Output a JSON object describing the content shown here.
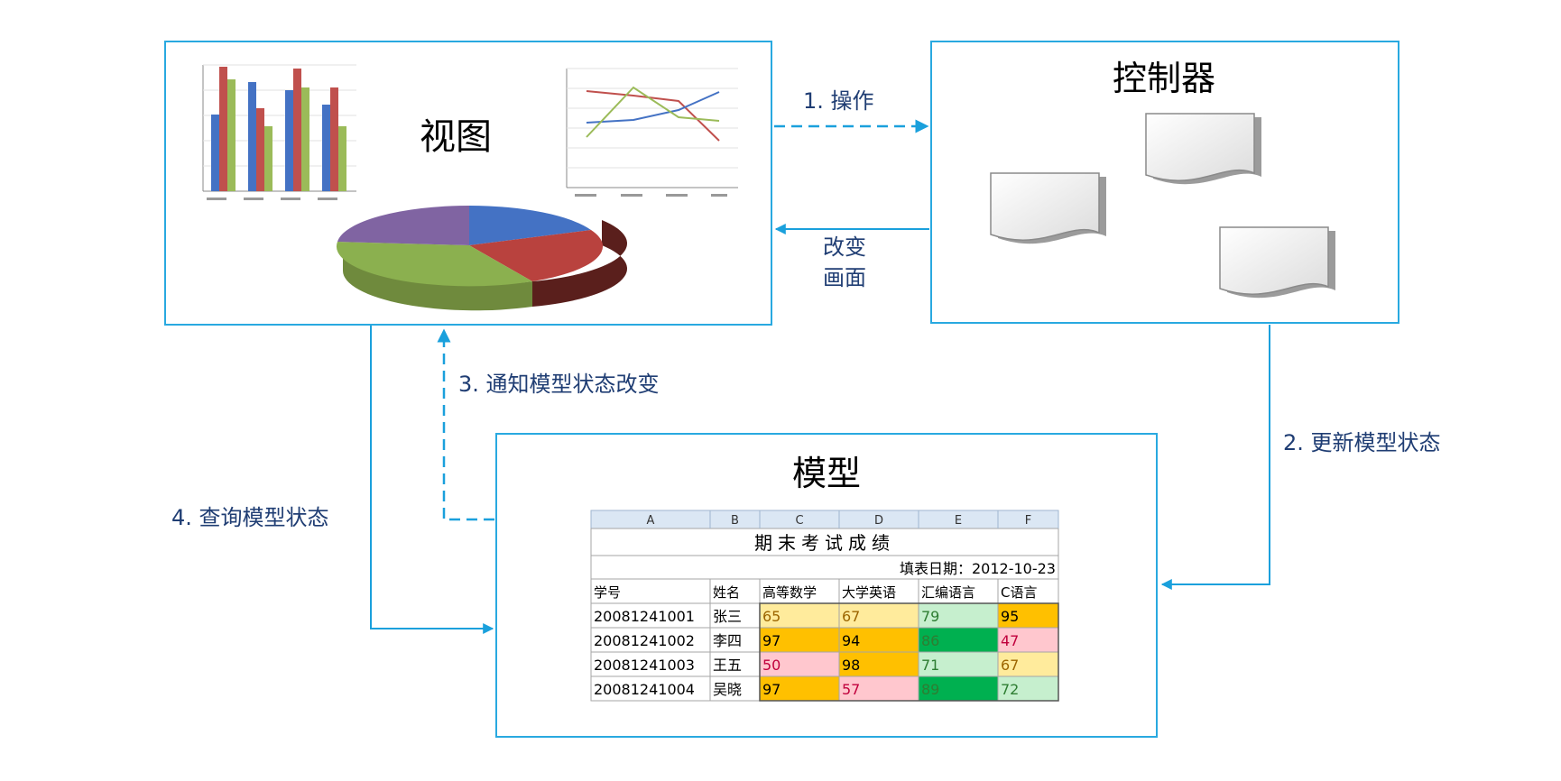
{
  "boxes": {
    "view": {
      "title": "视图"
    },
    "controller": {
      "title": "控制器"
    },
    "model": {
      "title": "模型"
    }
  },
  "arrows": {
    "operate": "1. 操作",
    "change_screen_line1": "改变",
    "change_screen_line2": "画面",
    "update_state": "2. 更新模型状态",
    "notify_change": "3. 通知模型状态改变",
    "query_state": "4. 查询模型状态"
  },
  "colors": {
    "box_border": "#29a9e0",
    "arrow": "#1aa0dc",
    "label": "#1f3d73",
    "bar_blue": "#4472c4",
    "bar_red": "#c0504d",
    "bar_green": "#9bbb59",
    "pie_purple": "#8064a2"
  },
  "spreadsheet": {
    "column_letters": [
      "A",
      "B",
      "C",
      "D",
      "E",
      "F"
    ],
    "title": "期末考试成绩",
    "date_line": "填表日期：2012-10-23",
    "headers": [
      "学号",
      "姓名",
      "高等数学",
      "大学英语",
      "汇编语言",
      "C语言"
    ],
    "rows": [
      [
        "20081241001",
        "张三",
        "65",
        "67",
        "79",
        "95"
      ],
      [
        "20081241002",
        "李四",
        "97",
        "94",
        "86",
        "47"
      ],
      [
        "20081241003",
        "王五",
        "50",
        "98",
        "71",
        "67"
      ],
      [
        "20081241004",
        "吴晓",
        "97",
        "57",
        "89",
        "72"
      ]
    ]
  }
}
